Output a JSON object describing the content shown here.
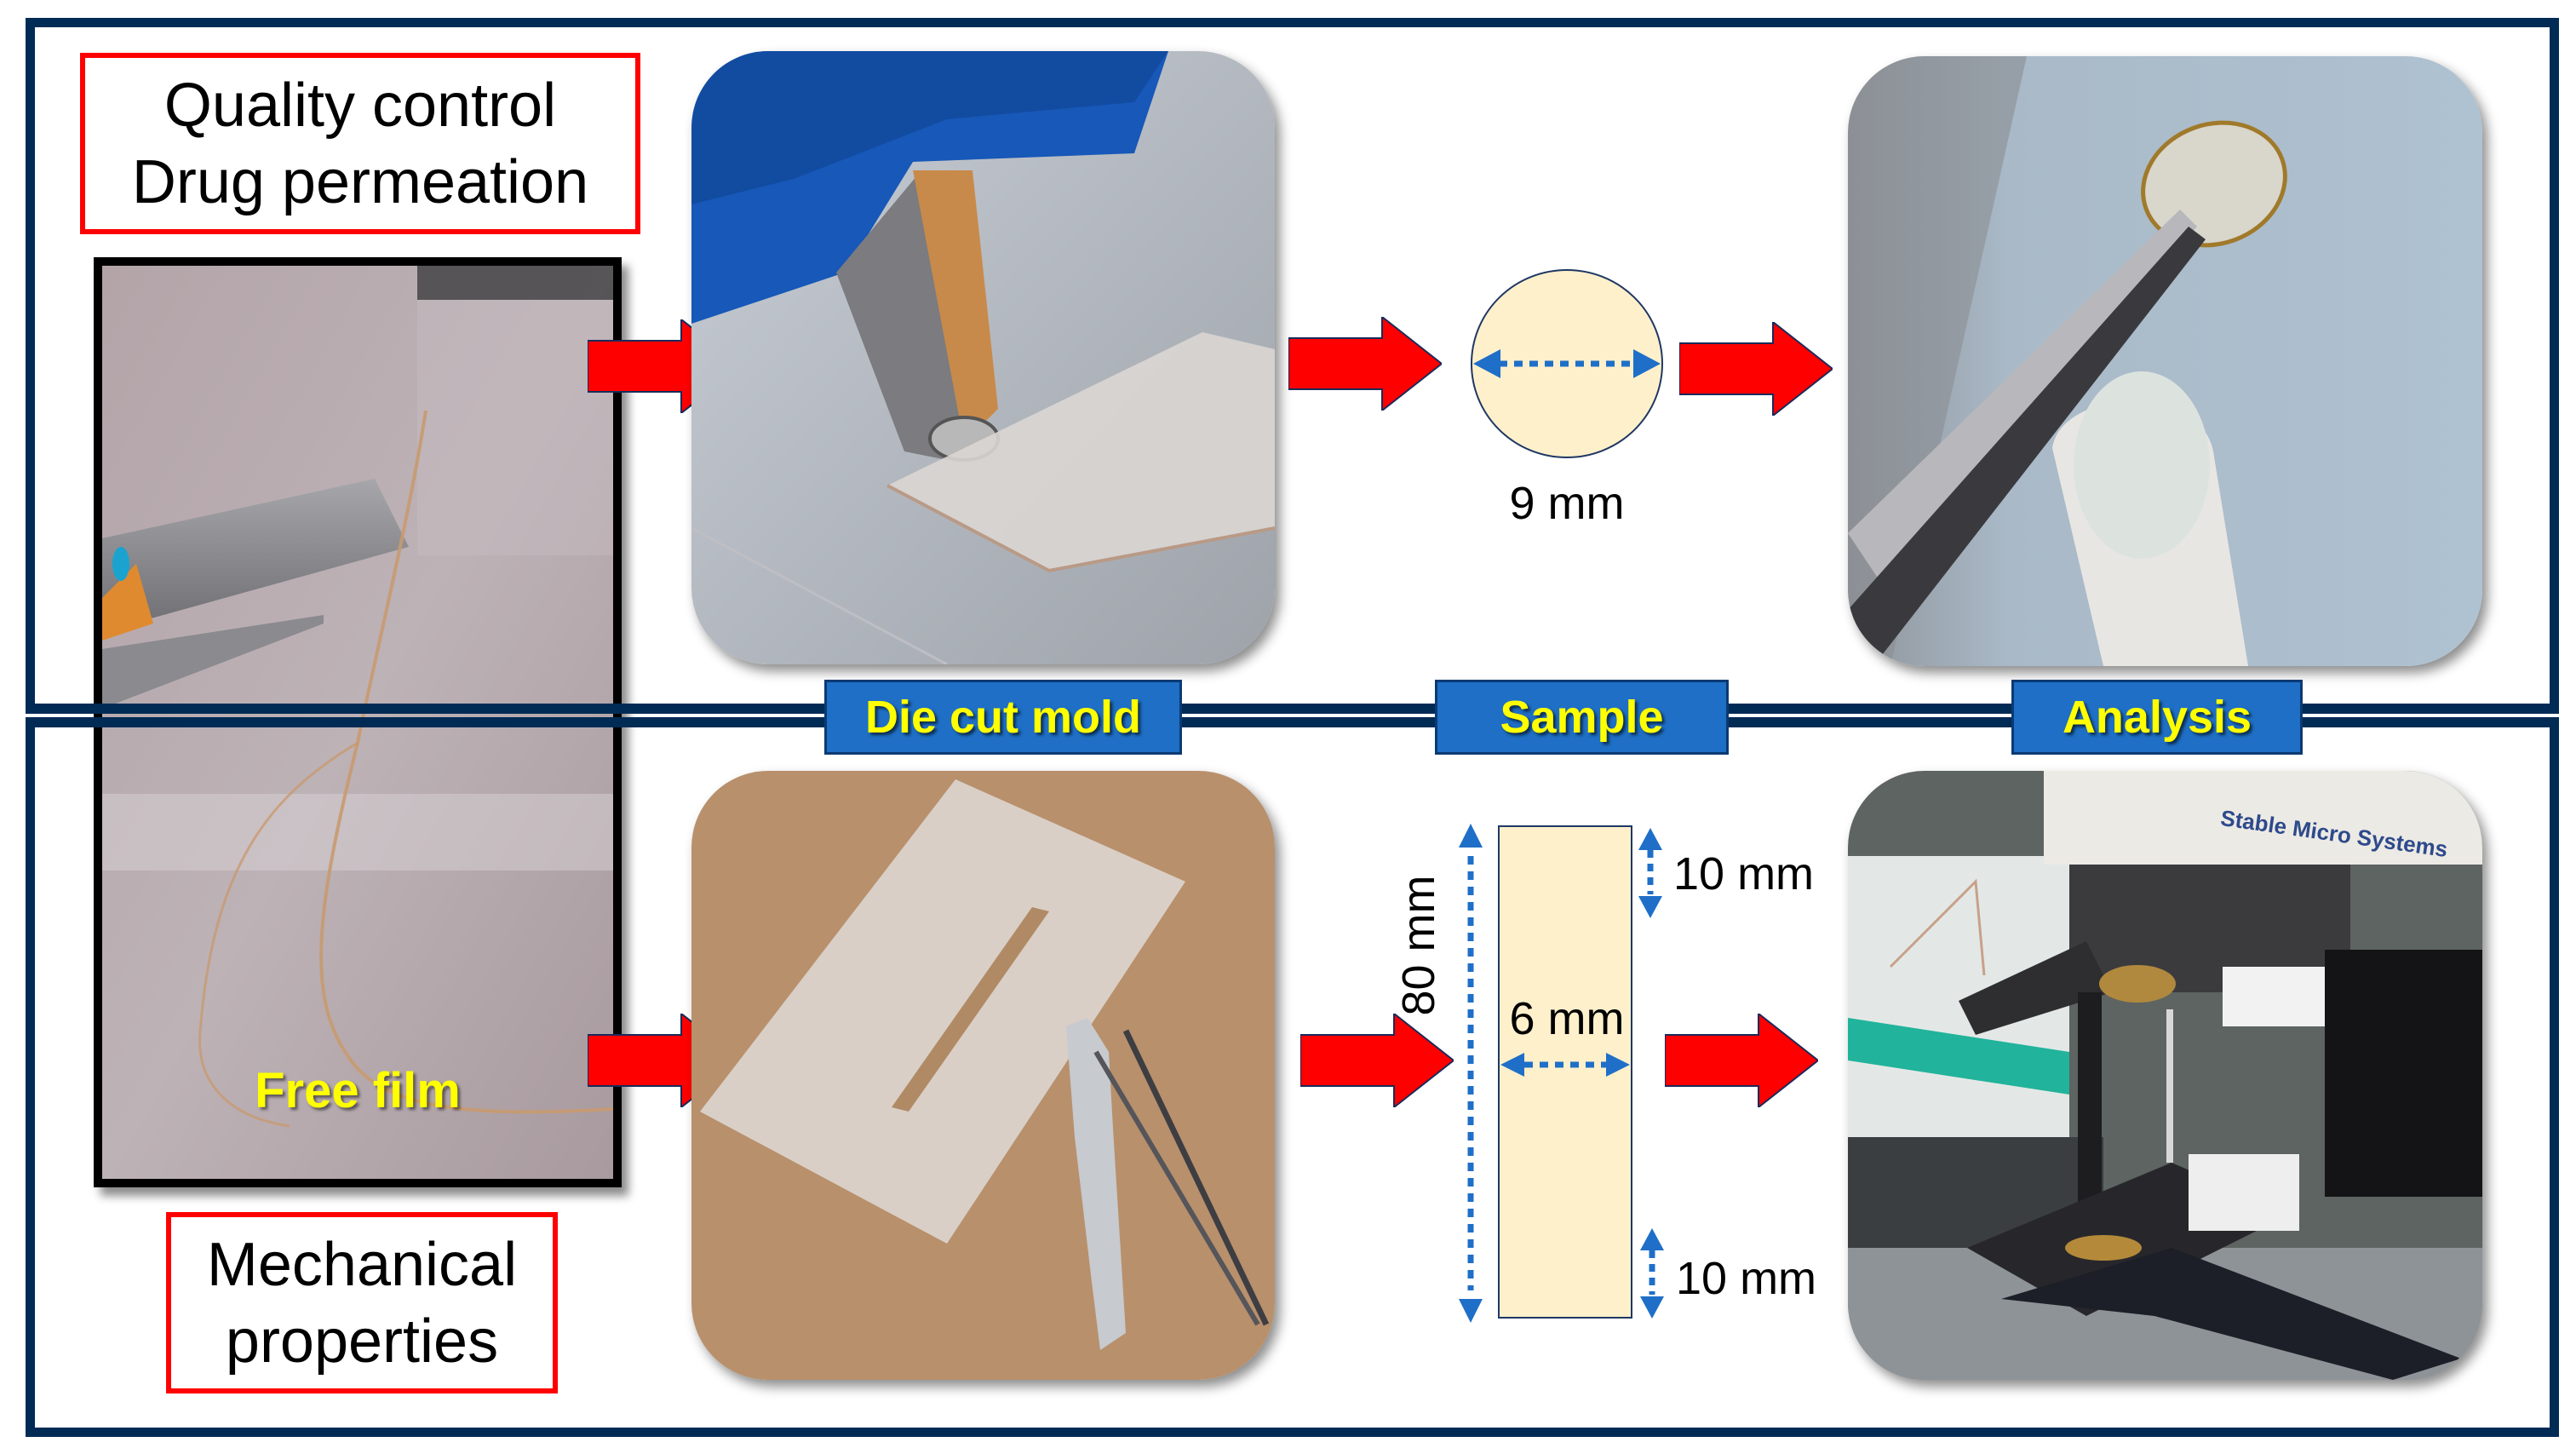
{
  "figure": {
    "top_row_title": [
      "Quality control",
      "Drug permeation"
    ],
    "bottom_row_title": [
      "Mechanical",
      "properties"
    ],
    "start_photo_caption": "Free film",
    "steps": [
      {
        "label": "Die cut mold"
      },
      {
        "label": "Sample"
      },
      {
        "label": "Analysis"
      }
    ],
    "top_sample": {
      "shape": "circle",
      "diameter_label": "9 mm"
    },
    "bottom_sample": {
      "shape": "rectangle",
      "length_label": "80 mm",
      "width_label": "6 mm",
      "top_grip_label": "10 mm",
      "bottom_grip_label": "10 mm"
    },
    "analysis_instrument_text": "Stable Micro Systems",
    "colors": {
      "panel_border": "#002B55",
      "title_box_border": "#FF0000",
      "arrow": "#FF0000",
      "step_label_bg": "#1E6FC5",
      "step_label_text": "#FFFF00",
      "sample_fill": "#FFF0CC",
      "dimension_arrow": "#1F6FC8"
    }
  }
}
